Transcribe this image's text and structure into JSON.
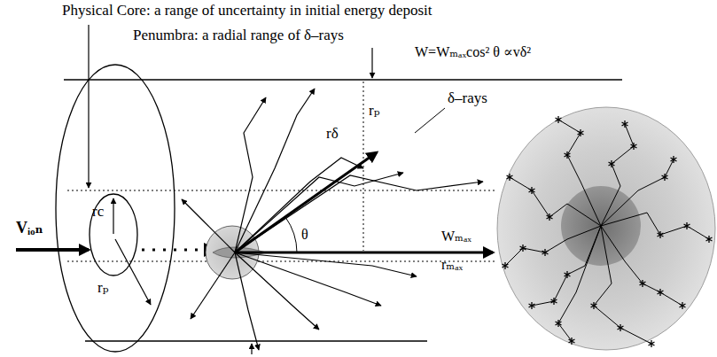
{
  "diagram": {
    "nodes": [
      {
        "text": [
          "rₚ"
        ]
      },
      {
        "text": [
          "rc"
        ],
        "in": 0
      }
    ],
    "labels": [
      "Physical Core: a range of uncertainty in initial energy deposit",
      "Penumbra: a radial range of δ–rays",
      "W=Wₘₐₓcos² θ ∝vδ²",
      "δ–rays",
      "rδ",
      "rₚ",
      "θ",
      "Wₘₐₓ",
      "rₘₐₓ",
      "Vᵢₒₙ"
    ]
  }
}
